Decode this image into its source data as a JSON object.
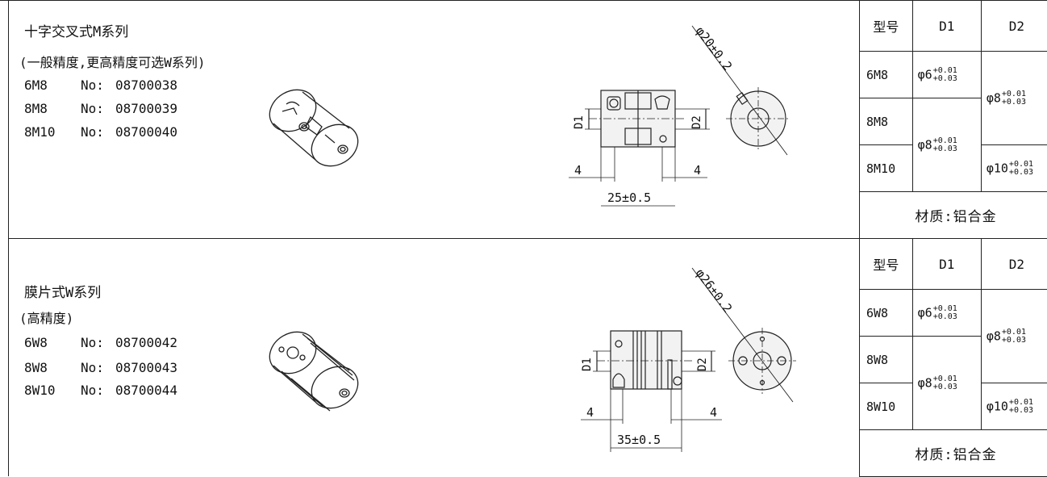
{
  "sections": [
    {
      "title": "十字交叉式M系列",
      "subtitle": "(一般精度,更高精度可选W系列)",
      "items": [
        {
          "model": "6M8",
          "no_label": "No:",
          "no": "08700038"
        },
        {
          "model": "8M8",
          "no_label": "No:",
          "no": "08700039"
        },
        {
          "model": "8M10",
          "no_label": "No:",
          "no": "08700040"
        }
      ],
      "drawing": {
        "diameter": "φ20±0.2",
        "d1": "D1",
        "d2": "D2",
        "left": "4",
        "right": "4",
        "length": "25±0.5"
      },
      "table": {
        "headers": [
          "型号",
          "D1",
          "D2"
        ],
        "rows": [
          {
            "model": "6M8",
            "d1": "φ6",
            "d1_tol_up": "+0.01",
            "d1_tol_lo": "+0.03"
          },
          {
            "model": "8M8"
          },
          {
            "model": "8M10"
          }
        ],
        "d1_merged": {
          "value": "φ8",
          "tol_up": "+0.01",
          "tol_lo": "+0.03"
        },
        "d2_merged": {
          "value": "φ8",
          "tol_up": "+0.01",
          "tol_lo": "+0.03"
        },
        "d2_last": {
          "value": "φ10",
          "tol_up": "+0.01",
          "tol_lo": "+0.03"
        },
        "material": "材质:铝合金"
      }
    },
    {
      "title": "膜片式W系列",
      "subtitle": "(高精度)",
      "items": [
        {
          "model": "6W8",
          "no_label": "No:",
          "no": "08700042"
        },
        {
          "model": "8W8",
          "no_label": "No:",
          "no": "08700043"
        },
        {
          "model": "8W10",
          "no_label": "No:",
          "no": "08700044"
        }
      ],
      "drawing": {
        "diameter": "φ26±0.2",
        "d1": "D1",
        "d2": "D2",
        "left": "4",
        "right": "4",
        "length": "35±0.5"
      },
      "table": {
        "headers": [
          "型号",
          "D1",
          "D2"
        ],
        "rows": [
          {
            "model": "6W8",
            "d1": "φ6",
            "d1_tol_up": "+0.01",
            "d1_tol_lo": "+0.03"
          },
          {
            "model": "8W8"
          },
          {
            "model": "8W10"
          }
        ],
        "d1_merged": {
          "value": "φ8",
          "tol_up": "+0.01",
          "tol_lo": "+0.03"
        },
        "d2_merged": {
          "value": "φ8",
          "tol_up": "+0.01",
          "tol_lo": "+0.03"
        },
        "d2_last": {
          "value": "φ10",
          "tol_up": "+0.01",
          "tol_lo": "+0.03"
        },
        "material": "材质:铝合金"
      }
    }
  ]
}
